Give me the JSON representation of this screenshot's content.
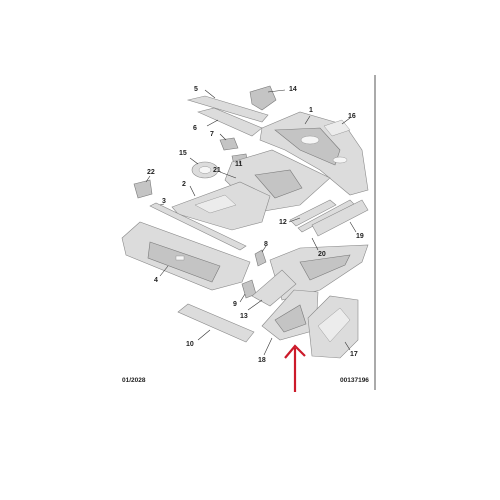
{
  "diagram": {
    "date_code": "01/2028",
    "reference_code": "00137196",
    "callouts": [
      "1",
      "2",
      "3",
      "4",
      "5",
      "6",
      "7",
      "8",
      "9",
      "10",
      "11",
      "12",
      "13",
      "14",
      "15",
      "16",
      "17",
      "18",
      "19",
      "20",
      "21",
      "22"
    ],
    "colors": {
      "frame_line": "#555555",
      "highlight_arrow": "#cc1a2a",
      "part_fill": "#dcdcdc"
    }
  }
}
